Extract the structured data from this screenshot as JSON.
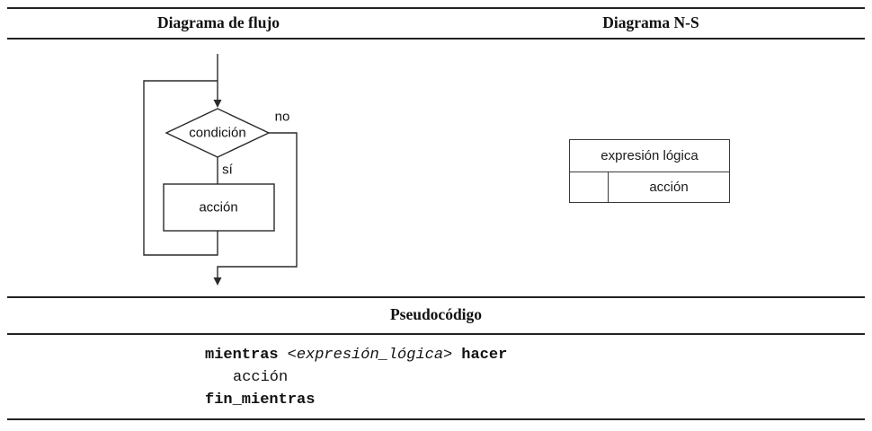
{
  "headers": {
    "flowchart": "Diagrama de flujo",
    "ns": "Diagrama N-S",
    "pseudocode": "Pseudocódigo"
  },
  "flowchart": {
    "condition": "condición",
    "no": "no",
    "yes": "sí",
    "action": "acción"
  },
  "ns": {
    "condition": "expresión lógica",
    "action": "acción"
  },
  "pseudocode": {
    "kw_while": "mientras",
    "expression": "<expresión_lógica>",
    "kw_do": "hacer",
    "body": "acción",
    "kw_end": "fin_mientras"
  },
  "colors": {
    "line": "#222222",
    "background": "#ffffff"
  }
}
